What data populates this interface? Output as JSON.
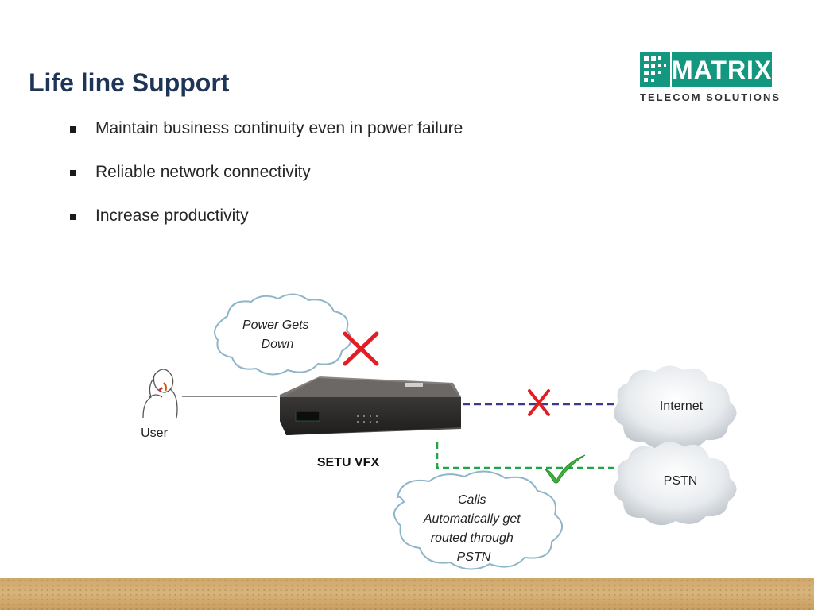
{
  "slide": {
    "title": "Life line Support",
    "bullets": [
      "Maintain business continuity even in power failure",
      "Reliable network connectivity",
      "Increase productivity"
    ]
  },
  "logo": {
    "word": "MATRIX",
    "tagline": "TELECOM SOLUTIONS",
    "color": "#14977f"
  },
  "diagram": {
    "user_label": "User",
    "device_label": "SETU VFX",
    "power_cloud": [
      "Power Gets",
      "Down"
    ],
    "calls_cloud": [
      "Calls",
      "Automatically  get",
      "routed through",
      "PSTN"
    ],
    "internet_label": "Internet",
    "pstn_label": "PSTN",
    "colors": {
      "internet_line": "#3b3a8c",
      "pstn_line": "#1fa54a",
      "cross": "#e21d24",
      "check": "#3cb53c"
    },
    "icons": [
      "user-phone-icon",
      "cross-icon",
      "check-icon",
      "router-icon",
      "cloud-icon"
    ]
  }
}
